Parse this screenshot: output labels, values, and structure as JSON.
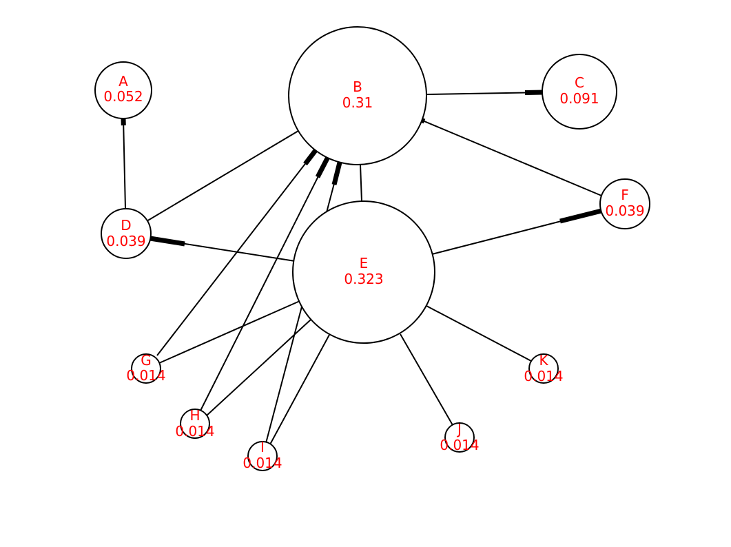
{
  "graph": {
    "nodes": [
      {
        "id": "A",
        "value": "0.052"
      },
      {
        "id": "B",
        "value": "0.31"
      },
      {
        "id": "C",
        "value": "0.091"
      },
      {
        "id": "D",
        "value": "0.039"
      },
      {
        "id": "E",
        "value": "0.323"
      },
      {
        "id": "F",
        "value": "0.039"
      },
      {
        "id": "G",
        "value": "0.014"
      },
      {
        "id": "H",
        "value": "0.014"
      },
      {
        "id": "I",
        "value": "0.014"
      },
      {
        "id": "J",
        "value": "0.014"
      },
      {
        "id": "K",
        "value": "0.014"
      }
    ],
    "edges": [
      {
        "source": "B",
        "target": "C"
      },
      {
        "source": "D",
        "target": "A"
      },
      {
        "source": "D",
        "target": "B"
      },
      {
        "source": "E",
        "target": "B"
      },
      {
        "source": "F",
        "target": "B"
      },
      {
        "source": "E",
        "target": "D"
      },
      {
        "source": "E",
        "target": "F"
      },
      {
        "source": "G",
        "target": "B"
      },
      {
        "source": "H",
        "target": "B"
      },
      {
        "source": "I",
        "target": "B"
      },
      {
        "source": "G",
        "target": "E"
      },
      {
        "source": "H",
        "target": "E"
      },
      {
        "source": "I",
        "target": "E"
      },
      {
        "source": "J",
        "target": "E"
      },
      {
        "source": "K",
        "target": "E"
      }
    ]
  }
}
